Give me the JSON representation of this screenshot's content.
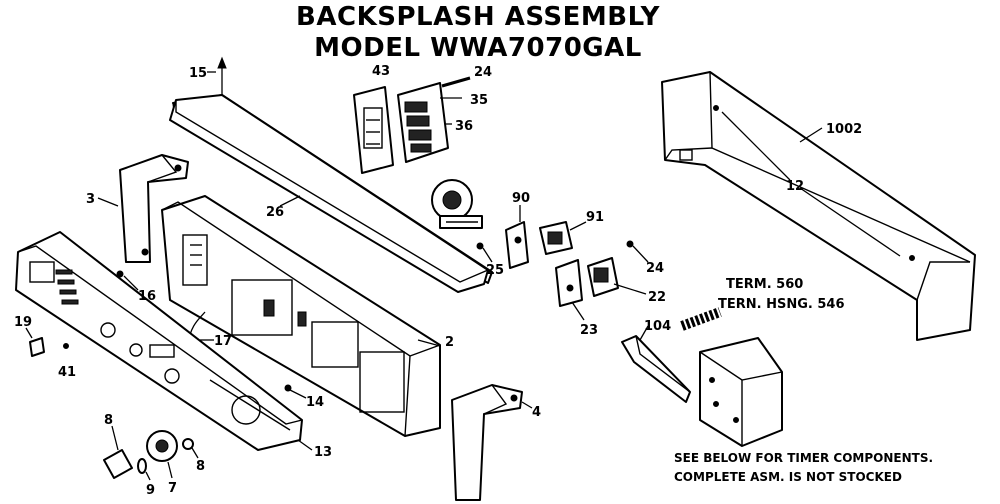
{
  "title": {
    "line1": "BACKSPLASH ASSEMBLY",
    "line2": "MODEL WWA7070GAL"
  },
  "labels": {
    "p15": "15",
    "p43": "43",
    "p24a": "24",
    "p35": "35",
    "p36": "36",
    "p1002": "1002",
    "p12": "12",
    "p3": "3",
    "p26": "26",
    "p90": "90",
    "p91": "91",
    "p25": "25",
    "p24b": "24",
    "p16": "16",
    "p22": "22",
    "p23": "23",
    "p17": "17",
    "p2": "2",
    "p19": "19",
    "p41": "41",
    "p104": "104",
    "p14": "14",
    "p4": "4",
    "p13": "13",
    "p8a": "8",
    "p9": "9",
    "p7": "7",
    "p8b": "8"
  },
  "timer": {
    "term": "TERM. 560",
    "term_hsng": "TERN. HSNG. 546"
  },
  "notes": {
    "line1": "SEE BELOW FOR TIMER COMPONENTS.",
    "line2": "COMPLETE ASM. IS NOT STOCKED"
  }
}
